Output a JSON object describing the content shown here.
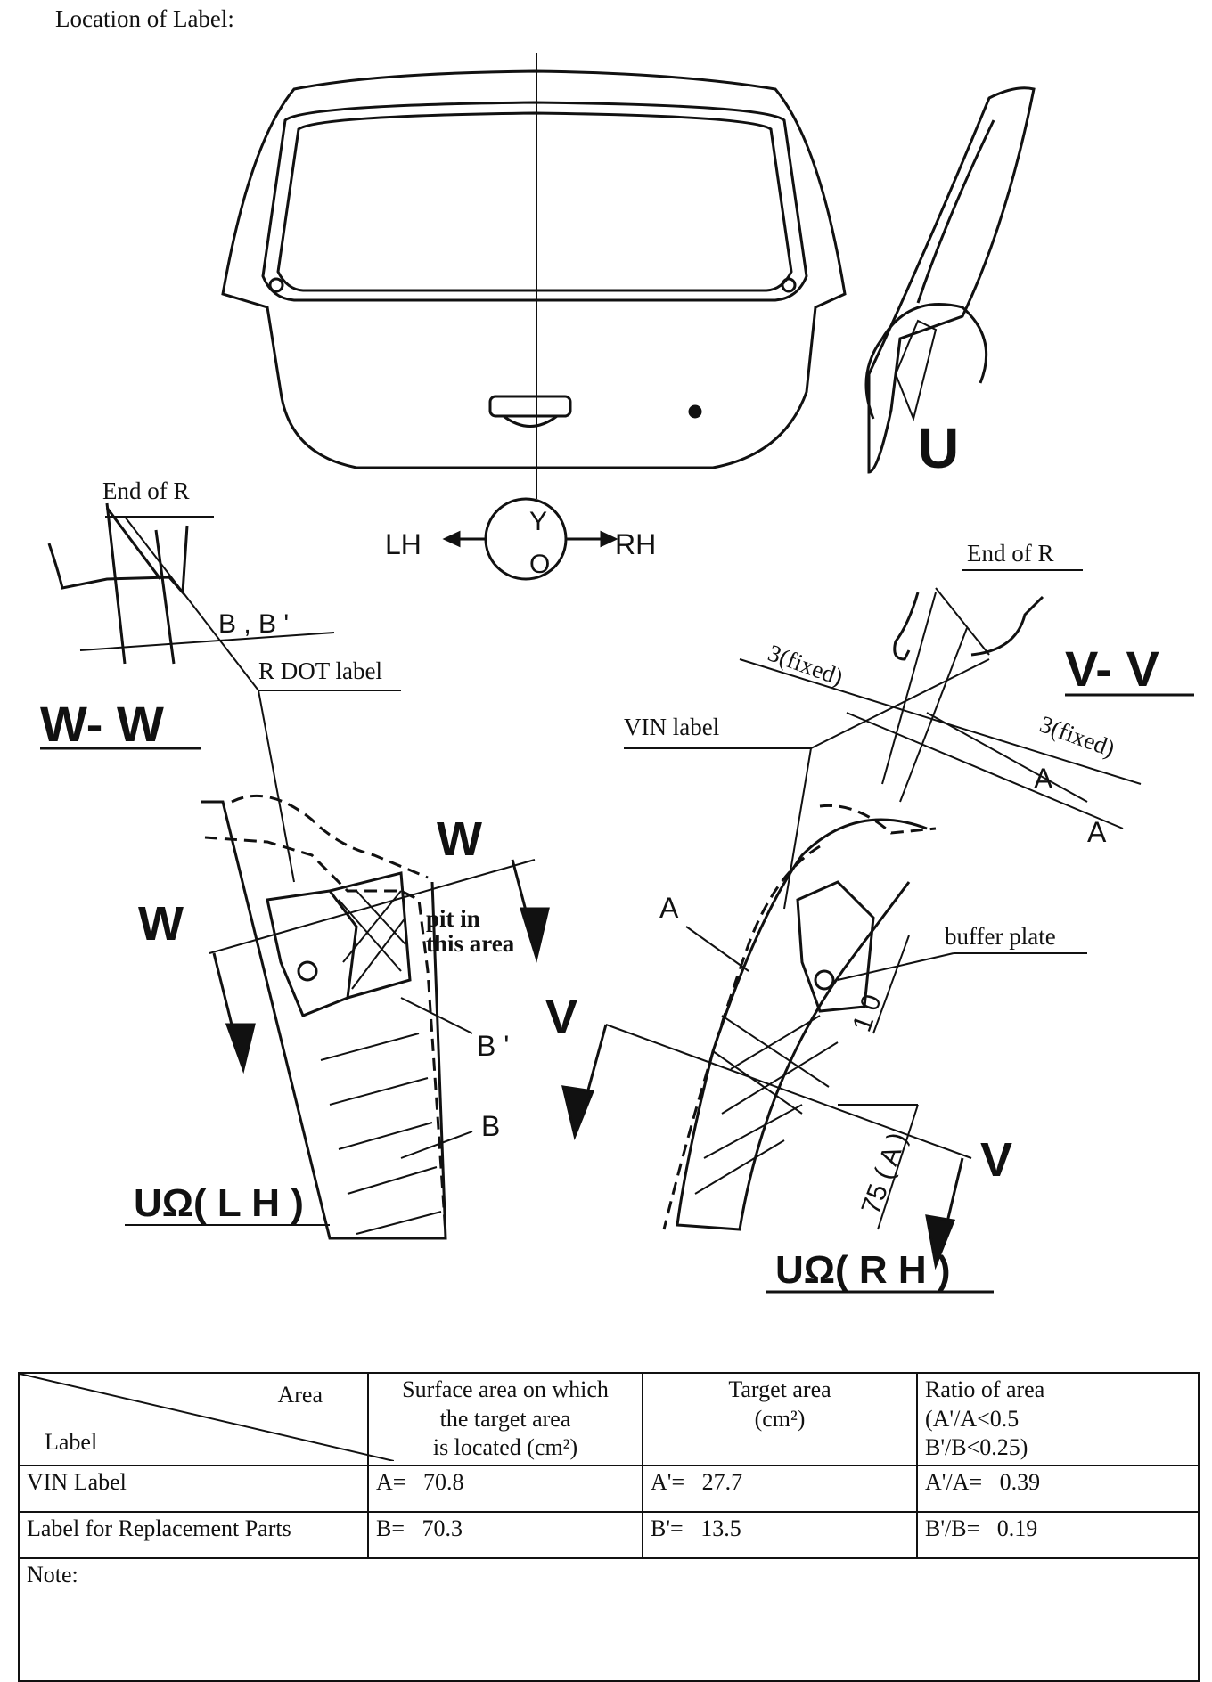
{
  "heading": "Location of Label:",
  "diagram": {
    "direction": {
      "left": "LH",
      "right": "RH",
      "top": "Y",
      "bottom": "O"
    },
    "lh_view": {
      "end_of_r": "End of R",
      "dimension": "B , B '",
      "r_dot_label": "R DOT label",
      "section_title": "W- W",
      "arrow_w1": "W",
      "arrow_w2": "W",
      "pit_note": "pit in\nthis area",
      "b_prime": "B '",
      "b": "B",
      "view_title": "UΩ( L H )"
    },
    "rh_view": {
      "end_of_r": "End of R",
      "fixed_1": "3(fixed)",
      "fixed_2": "3(fixed)",
      "section_title": "V- V",
      "vin_label": "VIN label",
      "a1": "A",
      "a2": "A",
      "a3": "A",
      "buffer_plate": "buffer plate",
      "dim_10": "1 0",
      "dim_75": "75 ( A )",
      "arrow_v1": "V",
      "arrow_v2": "V",
      "view_title": "UΩ( R H )"
    },
    "detail_arrow": "U"
  },
  "table": {
    "header": {
      "corner_top": "Area",
      "corner_bottom": "Label",
      "col_surface": "Surface area on which\nthe target area\nis located (cm²)",
      "col_target": "Target area\n(cm²)",
      "col_ratio": "Ratio of area\n(A'/A<0.5\nB'/B<0.25)"
    },
    "rows": [
      {
        "label": "VIN Label",
        "surface": "A=   70.8",
        "target": "A'=   27.7",
        "ratio": "A'/A=   0.39"
      },
      {
        "label": "Label for Replacement Parts",
        "surface": "B=   70.3",
        "target": "B'=   13.5",
        "ratio": "B'/B=   0.19"
      }
    ],
    "note": "Note:"
  }
}
